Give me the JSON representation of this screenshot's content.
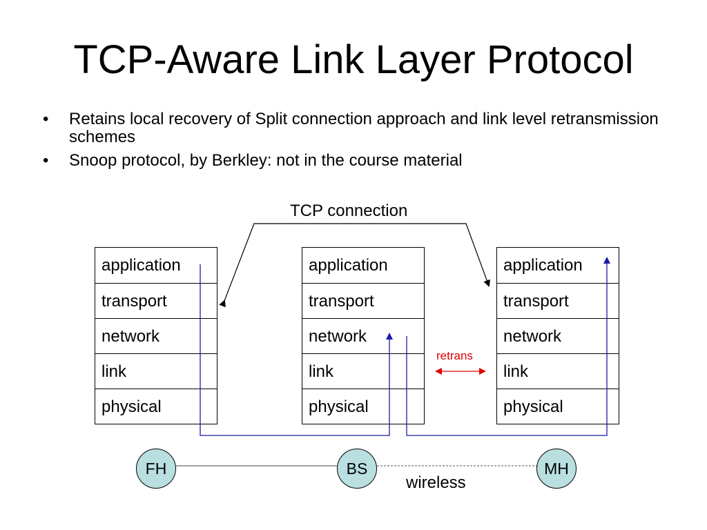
{
  "slide": {
    "title": "TCP-Aware Link Layer Protocol",
    "bullets": [
      "Retains local recovery of Split connection approach and link level retransmission schemes",
      "Snoop protocol, by Berkley: not in the course material"
    ]
  },
  "diagram": {
    "tcp_connection_label": "TCP connection",
    "retrans_label": "retrans",
    "wireless_label": "wireless",
    "stacks": [
      {
        "id": "left",
        "layers": [
          "application",
          "transport",
          "network",
          "link",
          "physical"
        ]
      },
      {
        "id": "middle",
        "layers": [
          "application",
          "transport",
          "network",
          "link",
          "physical"
        ]
      },
      {
        "id": "right",
        "layers": [
          "application",
          "transport",
          "network",
          "link",
          "physical"
        ]
      }
    ],
    "nodes": [
      "FH",
      "BS",
      "MH"
    ],
    "colors": {
      "path": "#1a1aa8",
      "retrans": "#e00000",
      "node_fill": "#b9dfe0"
    }
  }
}
